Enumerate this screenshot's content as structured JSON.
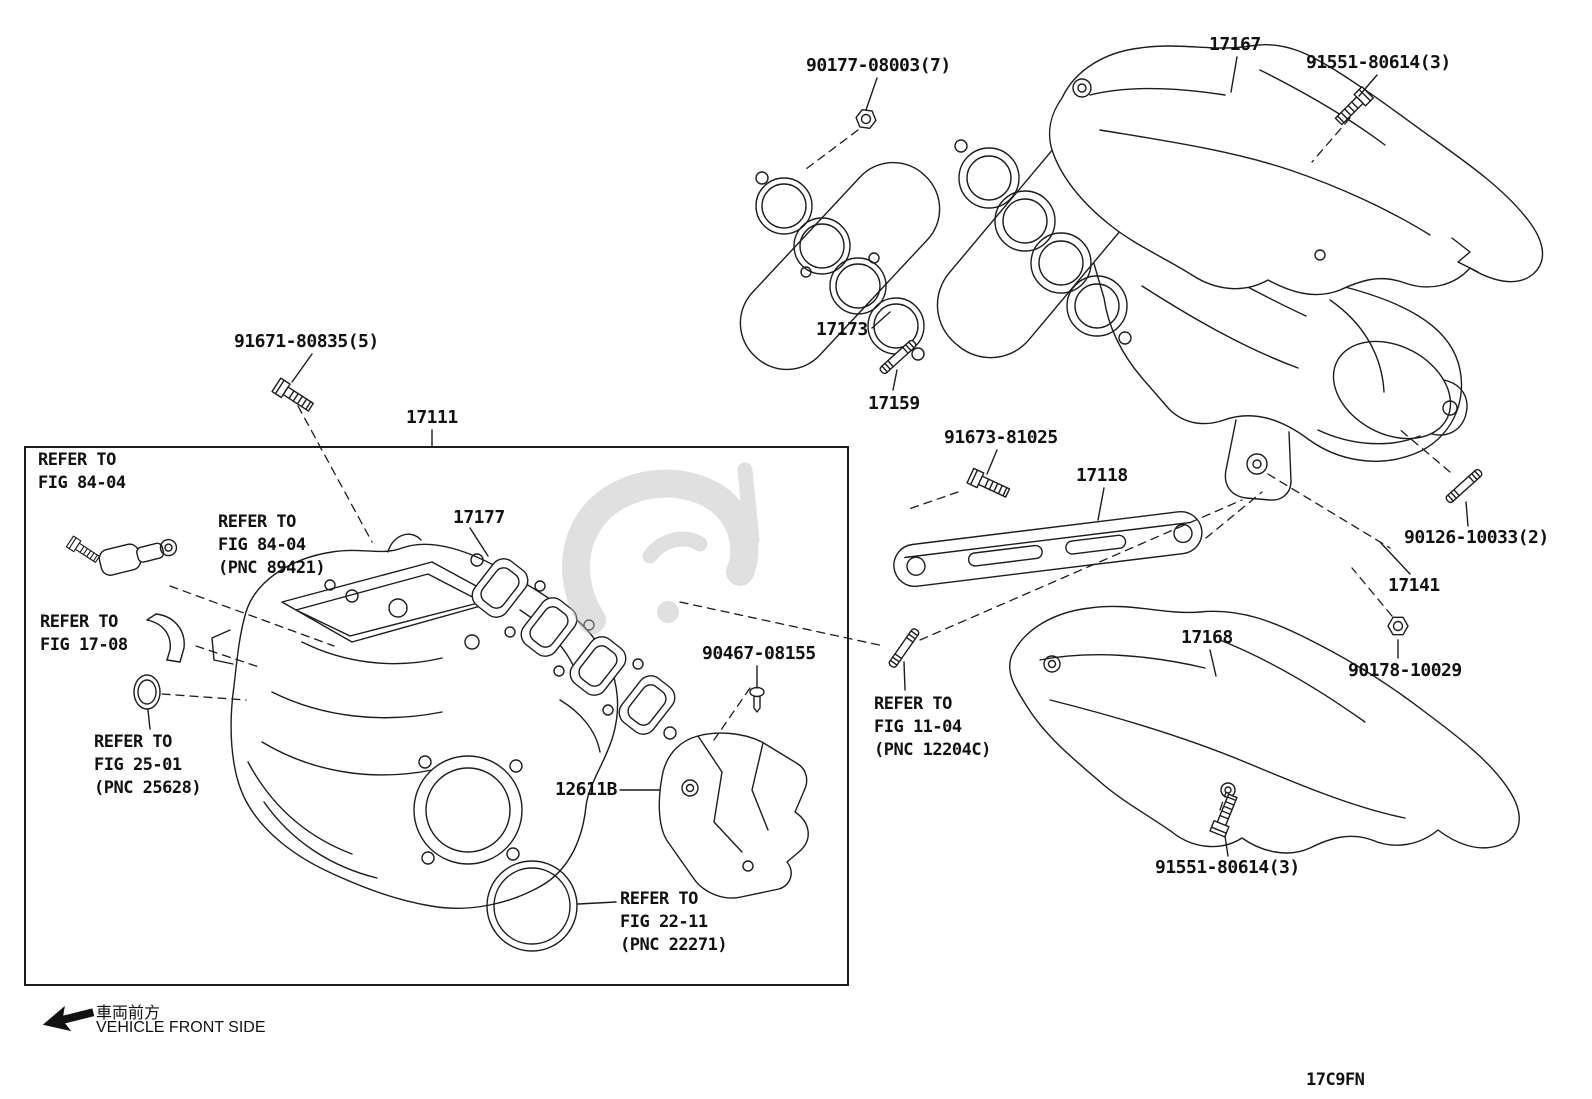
{
  "diagram": {
    "code": "17C9FN",
    "vehicle_front_jp": "車両前方",
    "vehicle_front_en": "VEHICLE FRONT SIDE",
    "line_color": "#1c1c1c",
    "watermark_color": "#bbbbbb"
  },
  "labels": {
    "l90177": "90177-08003(7)",
    "l17167": "17167",
    "l91551_top": "91551-80614(3)",
    "l17173": "17173",
    "l17159": "17159",
    "l91671": "91671-80835(5)",
    "l17111": "17111",
    "l91673": "91673-81025",
    "l17118": "17118",
    "l17177": "17177",
    "l90467": "90467-08155",
    "l90126": "90126-10033(2)",
    "l17141": "17141",
    "l17168": "17168",
    "l90178": "90178-10029",
    "l12611b": "12611B",
    "l91551_bottom": "91551-80614(3)"
  },
  "refs": {
    "fig8404_left": {
      "line1": "REFER TO",
      "line2": "FIG 84-04"
    },
    "fig8404_pnc": {
      "line1": "REFER TO",
      "line2": "FIG 84-04",
      "line3": "(PNC 89421)"
    },
    "fig1708": {
      "line1": "REFER TO",
      "line2": "FIG 17-08"
    },
    "fig2501": {
      "line1": "REFER TO",
      "line2": "FIG 25-01",
      "line3": "(PNC 25628)"
    },
    "fig2211": {
      "line1": "REFER TO",
      "line2": "FIG 22-11",
      "line3": "(PNC 22271)"
    },
    "fig1104": {
      "line1": "REFER TO",
      "line2": "FIG 11-04",
      "line3": "(PNC 12204C)"
    }
  }
}
